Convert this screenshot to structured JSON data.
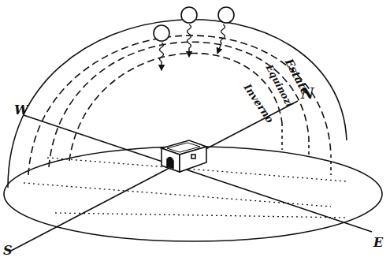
{
  "diagram": {
    "labels": [
      "Estate",
      "Equinozi",
      "Inverno",
      "N",
      "W",
      "S",
      "E"
    ]
  }
}
